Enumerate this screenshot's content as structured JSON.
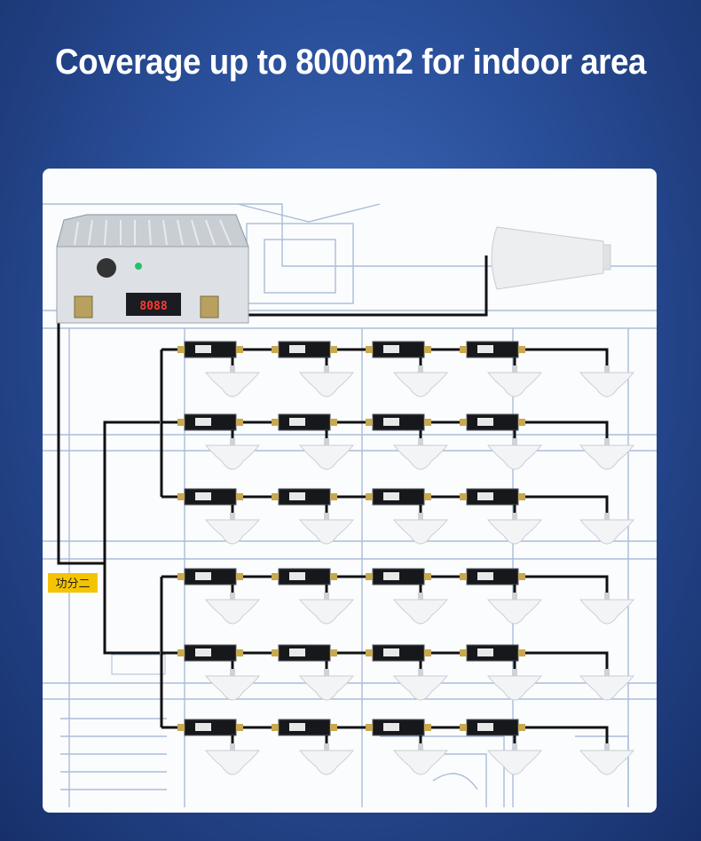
{
  "header": {
    "title": "Coverage up to 8000m2 for indoor area"
  },
  "diagram": {
    "repeater": {
      "icon": "repeater-unit-icon",
      "display_readout": "8088"
    },
    "outdoor_antenna": {
      "icon": "log-periodic-antenna-icon"
    },
    "splitter_label": "功分二",
    "coupler_rows": 6,
    "couplers_per_row": 4,
    "ceiling_antennas_per_row": 5,
    "colors": {
      "cable": "#111111",
      "label_bg": "#f5c400",
      "building_line": "#a9bdd8"
    }
  }
}
